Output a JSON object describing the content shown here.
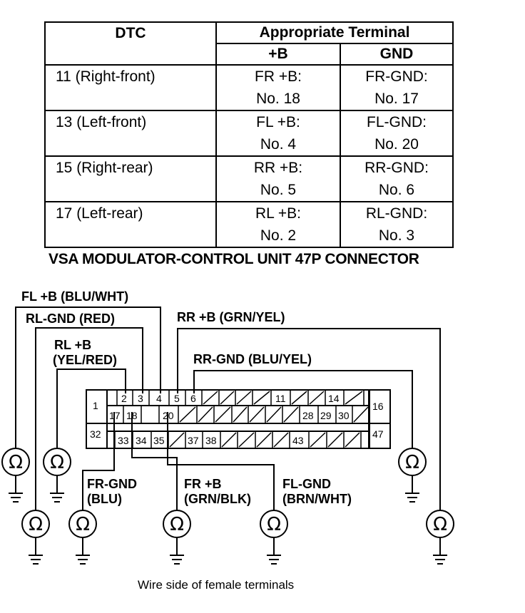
{
  "table": {
    "header": {
      "dtc": "DTC",
      "appropriate_terminal": "Appropriate Terminal",
      "plus_b": "+B",
      "gnd": "GND"
    },
    "rows": [
      {
        "dtc": "11 (Right-front)",
        "plus_b_1": "FR +B:",
        "plus_b_2": "No. 18",
        "gnd_1": "FR-GND:",
        "gnd_2": "No. 17"
      },
      {
        "dtc": "13 (Left-front)",
        "plus_b_1": "FL +B:",
        "plus_b_2": "No. 4",
        "gnd_1": "FL-GND:",
        "gnd_2": "No. 20"
      },
      {
        "dtc": "15 (Right-rear)",
        "plus_b_1": "RR +B:",
        "plus_b_2": "No. 5",
        "gnd_1": "RR-GND:",
        "gnd_2": "No. 6"
      },
      {
        "dtc": "17 (Left-rear)",
        "plus_b_1": "RL +B:",
        "plus_b_2": "No. 2",
        "gnd_1": "RL-GND:",
        "gnd_2": "No. 3"
      }
    ]
  },
  "connector_title": "VSA MODULATOR-CONTROL UNIT 47P CONNECTOR",
  "wire_labels": {
    "fl_plus_b": "FL +B (BLU/WHT)",
    "rl_gnd": "RL-GND (RED)",
    "rl_plus_b_1": "RL +B",
    "rl_plus_b_2": "(YEL/RED)",
    "rr_plus_b": "RR +B (GRN/YEL)",
    "rr_gnd": "RR-GND (BLU/YEL)",
    "fr_gnd_1": "FR-GND",
    "fr_gnd_2": "(BLU)",
    "fr_plus_b_1": "FR +B",
    "fr_plus_b_2": "(GRN/BLK)",
    "fl_gnd_1": "FL-GND",
    "fl_gnd_2": "(BRN/WHT)"
  },
  "pins": {
    "p1": "1",
    "p2": "2",
    "p3": "3",
    "p4": "4",
    "p5": "5",
    "p6": "6",
    "p11": "11",
    "p14": "14",
    "p16": "16",
    "p17": "17",
    "p18": "18",
    "p20": "20",
    "p28": "28",
    "p29": "29",
    "p30": "30",
    "p32": "32",
    "p33": "33",
    "p34": "34",
    "p35": "35",
    "p37": "37",
    "p38": "38",
    "p43": "43",
    "p47": "47"
  },
  "ohm_symbol": "Ω",
  "caption": "Wire side of female terminals"
}
